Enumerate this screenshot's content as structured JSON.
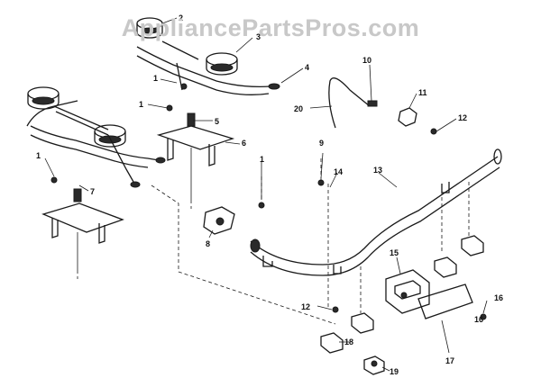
{
  "watermark": "AppliancePartsPros.com",
  "callouts": {
    "c1_a": "1",
    "c1_b": "1",
    "c1_c": "1",
    "c1_d": "1",
    "c2": "2",
    "c3": "3",
    "c4": "4",
    "c5": "5",
    "c6": "6",
    "c7": "7",
    "c8": "8",
    "c9": "9",
    "c10": "10",
    "c11": "11",
    "c12_a": "12",
    "c12_b": "12",
    "c13": "13",
    "c14": "14",
    "c15": "15",
    "c16_a": "16",
    "c16_b": "16",
    "c17": "17",
    "c18": "18",
    "c19": "19",
    "c20": "20"
  },
  "colors": {
    "line": "#1a1a1a",
    "watermark": "#c8c8c8",
    "background": "#ffffff"
  }
}
